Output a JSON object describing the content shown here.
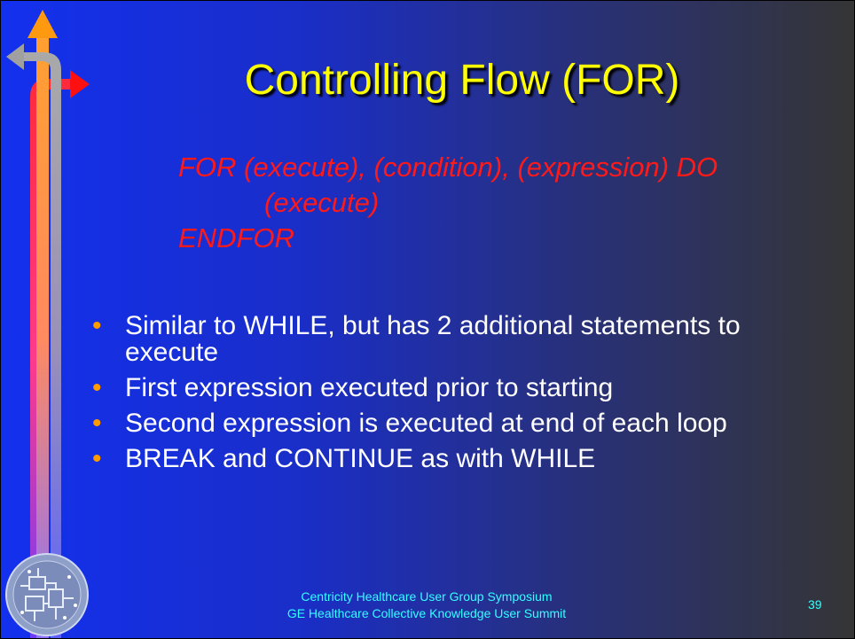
{
  "slide": {
    "title": "Controlling Flow (FOR)",
    "code_lines": [
      "FOR (execute), (condition), (expression) DO",
      "(execute)",
      "ENDFOR"
    ],
    "bullets": [
      "Similar to WHILE, but has 2 additional statements to execute",
      "First expression executed prior to starting",
      "Second expression is executed at end of each loop",
      "BREAK and CONTINUE as with WHILE"
    ],
    "footer": {
      "line1": "Centricity Healthcare User Group Symposium",
      "line2": "GE Healthcare Collective Knowledge User Summit"
    },
    "page_number": "39"
  },
  "colors": {
    "title": "#ffff00",
    "code": "#ff1a1a",
    "bullet_text": "#ffffff",
    "bullet_marker": "#ff9a00",
    "footer": "#33ffff"
  },
  "icons": {
    "arrows": "flow-arrows-icon",
    "seal": "circuit-seal-icon"
  }
}
